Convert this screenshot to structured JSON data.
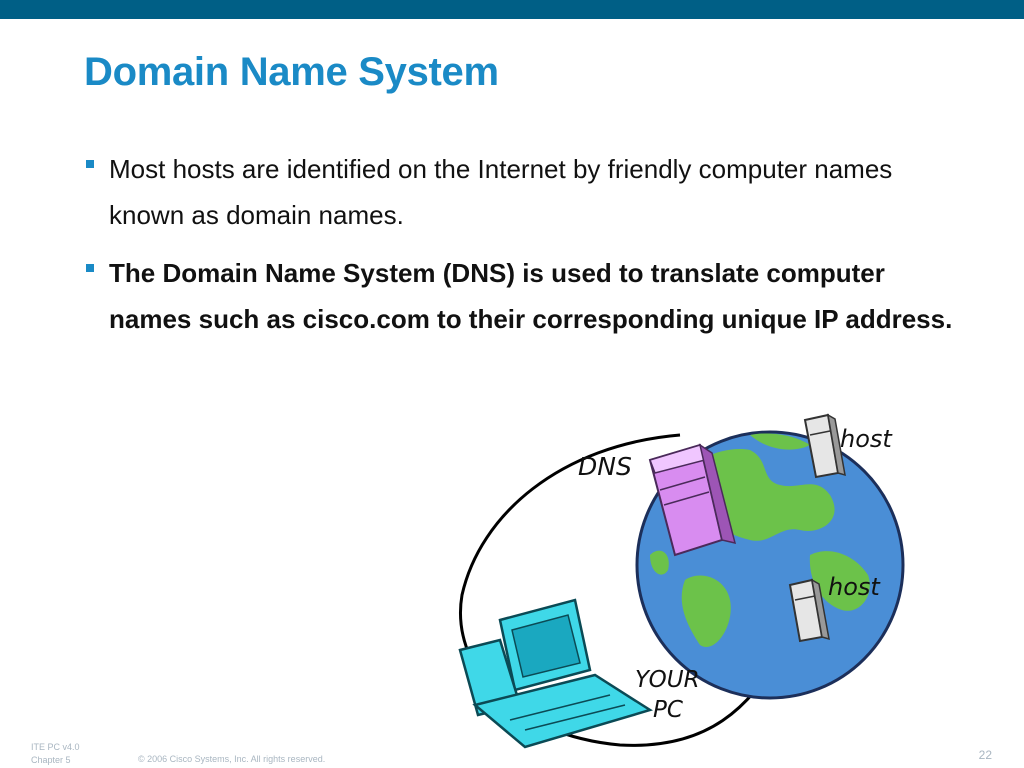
{
  "slide": {
    "title": "Domain Name System",
    "bullets": [
      "Most hosts are identified on the Internet by friendly computer names known as domain names.",
      "The Domain Name System (DNS) is used to translate computer names such as cisco.com to their corresponding unique IP address."
    ],
    "bullet_color": "#1a8ac6",
    "title_color": "#1a8ac6",
    "top_bar_color": "#005f86"
  },
  "illustration": {
    "dns_label": "DNS",
    "host_label_1": "host",
    "host_label_2": "host",
    "your_label": "YOUR",
    "pc_label": "PC",
    "globe_color": "#4a8ed6",
    "land_color": "#6cc24a",
    "dns_server_color": "#d88cf0",
    "pc_color": "#3fd8e8"
  },
  "footer": {
    "course": "ITE PC v4.0",
    "chapter": "Chapter 5",
    "copyright": "© 2006 Cisco Systems, Inc. All rights reserved.",
    "page_number": "22"
  }
}
